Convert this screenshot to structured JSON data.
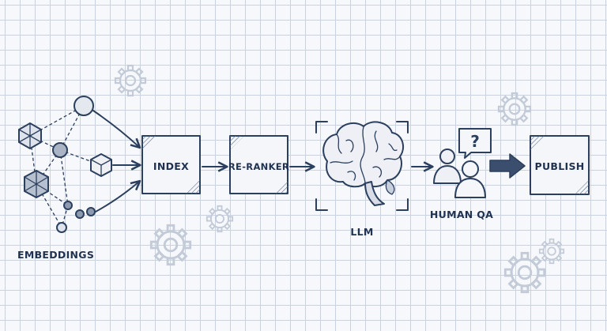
{
  "diagram": {
    "nodes": {
      "embeddings": {
        "label": "EMBEDDINGS"
      },
      "index": {
        "label": "INDEX"
      },
      "reranker": {
        "label": "RE-RANKER"
      },
      "llm": {
        "label": "LLM"
      },
      "human_qa": {
        "label": "HUMAN QA",
        "bubble": "?"
      },
      "publish": {
        "label": "PUBLISH"
      }
    }
  }
}
